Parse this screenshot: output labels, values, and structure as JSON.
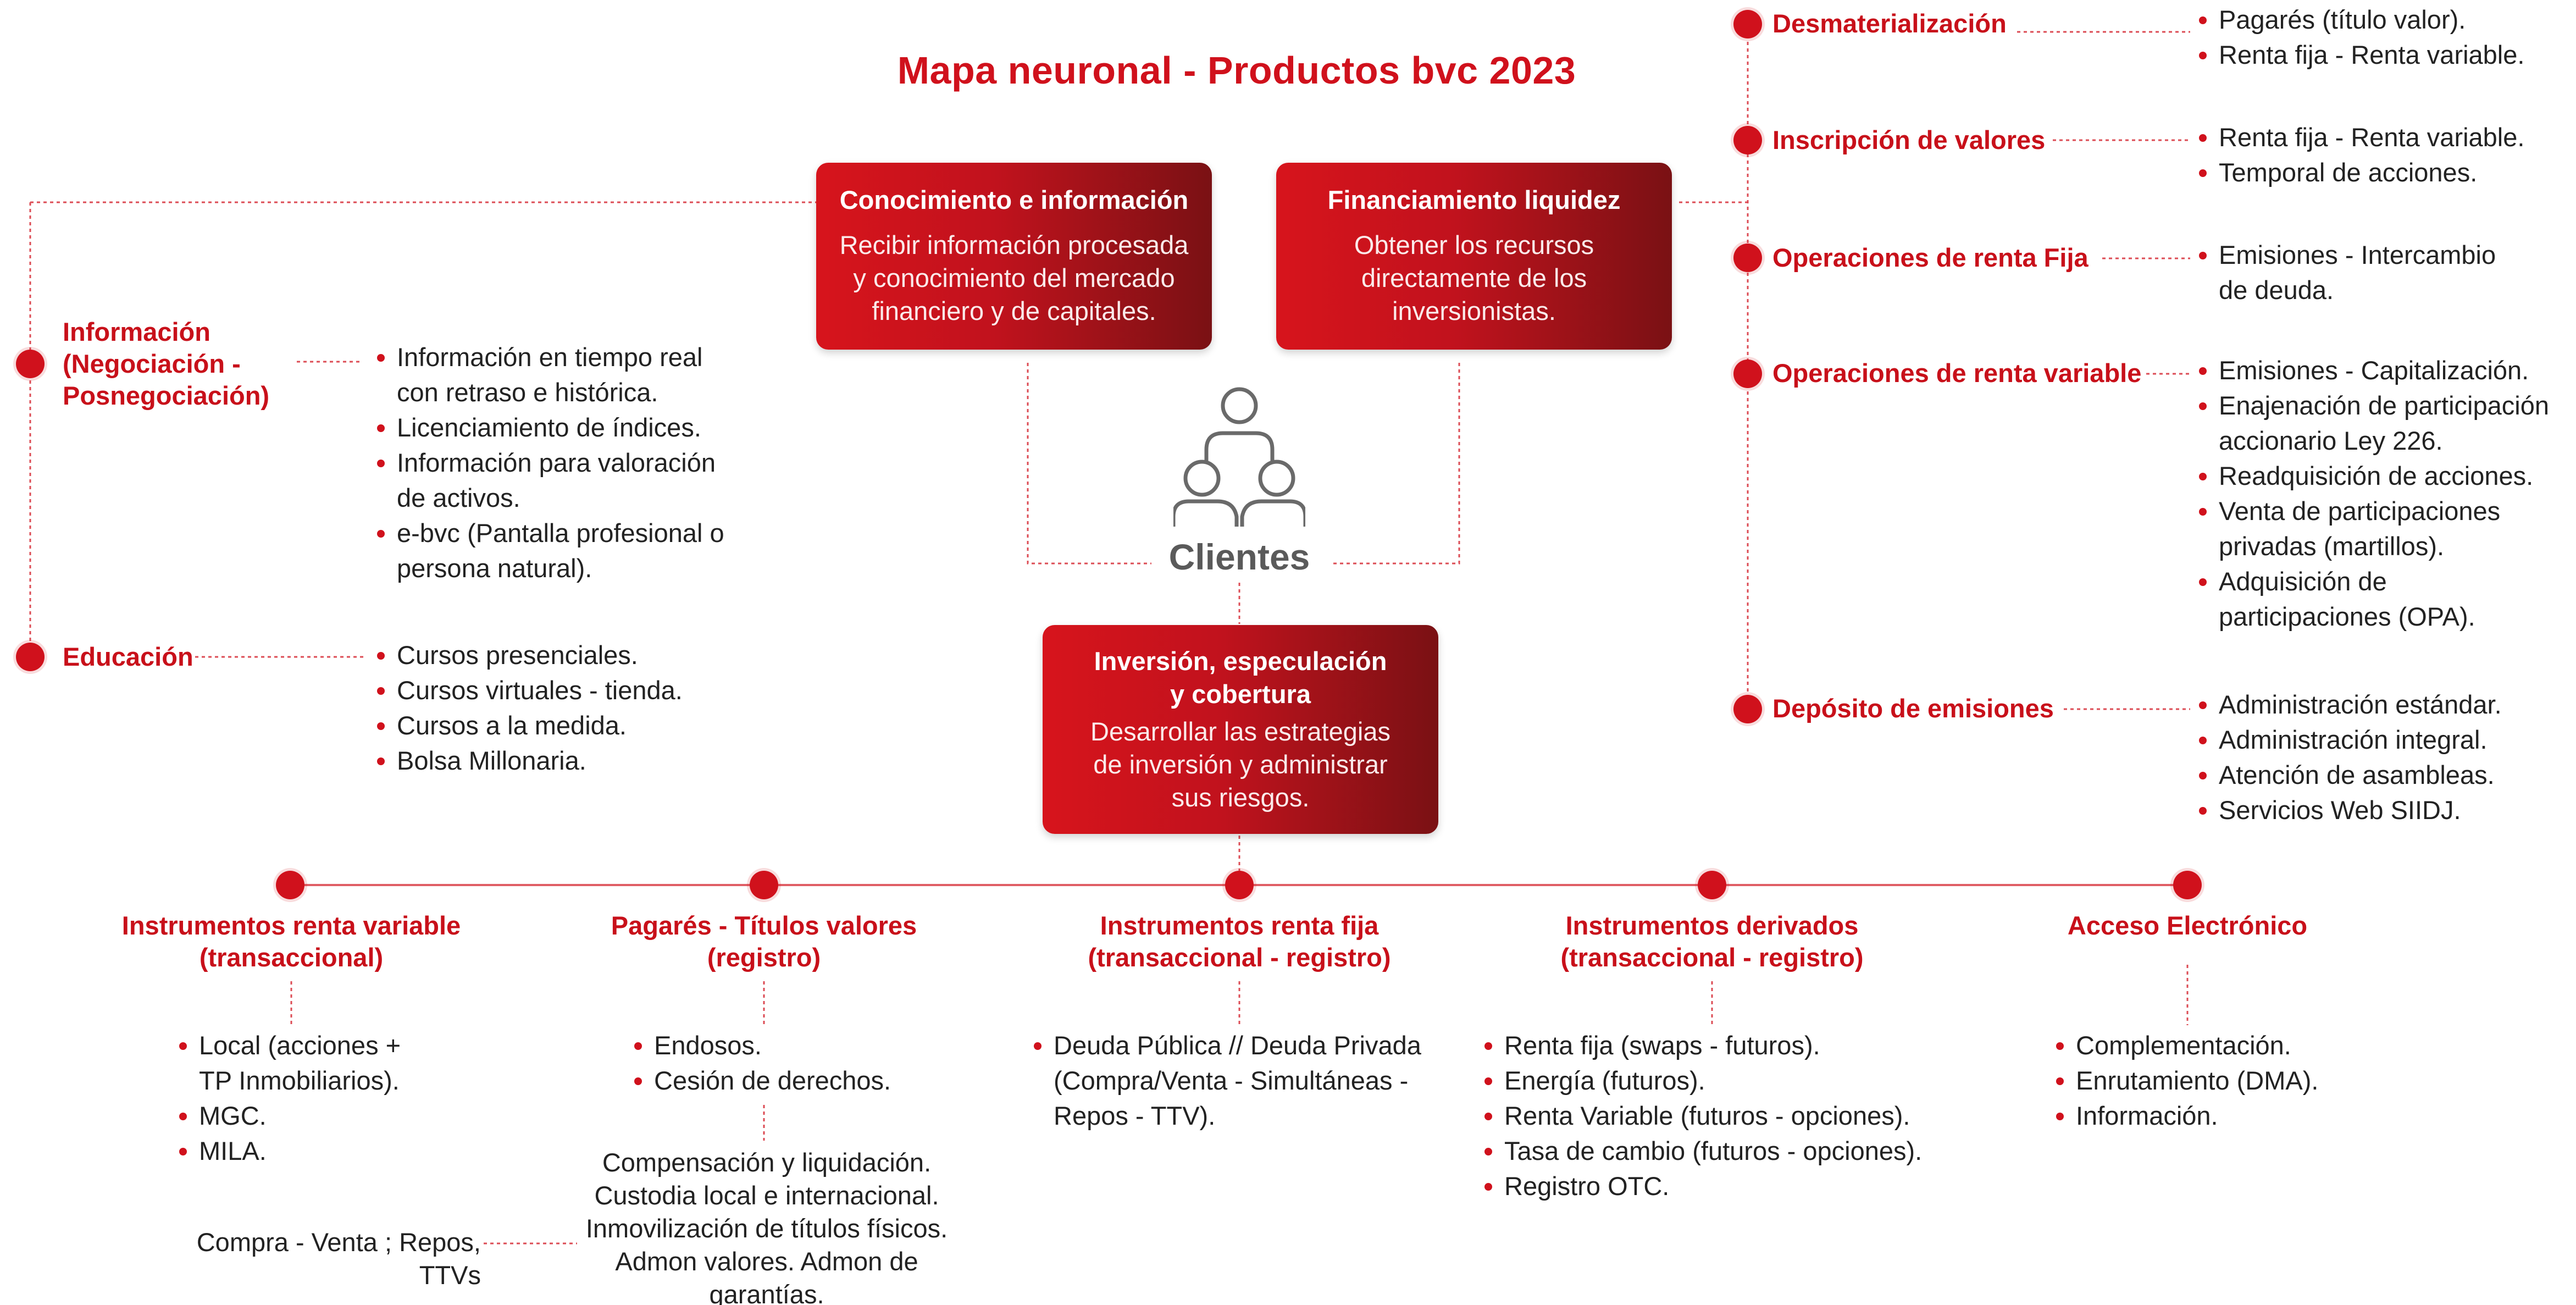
{
  "title": "Mapa neuronal - Productos bvc 2023",
  "colors": {
    "accent": "#d0111c",
    "box_dark": "#7a1114",
    "connector": "#d0111c",
    "icon_gray": "#5a5a5a"
  },
  "center": {
    "label": "Clientes",
    "icon": "clients-group-icon"
  },
  "boxes": {
    "conocimiento": {
      "title": "Conocimiento e información",
      "text": "Recibir información procesada y conocimiento del mercado financiero y de capitales."
    },
    "financiamiento": {
      "title": "Financiamiento liquidez",
      "text": "Obtener los recursos directamente de los inversionistas."
    },
    "inversion": {
      "title": "Inversión, especulación y cobertura",
      "text": "Desarrollar las estrategias de inversión y administrar sus riesgos."
    }
  },
  "left_nodes": [
    {
      "label": "Información (Negociación - Posnegociación)",
      "items": [
        "Información en tiempo real con retraso e histórica.",
        "Licenciamiento de índices.",
        "Información para valoración de activos.",
        "e-bvc (Pantalla profesional o persona natural)."
      ]
    },
    {
      "label": "Educación",
      "items": [
        "Cursos presenciales.",
        "Cursos virtuales - tienda.",
        "Cursos a la medida.",
        "Bolsa Millonaria."
      ]
    }
  ],
  "right_nodes": [
    {
      "label": "Desmaterialización",
      "items": [
        "Pagarés (título valor).",
        "Renta fija - Renta variable."
      ]
    },
    {
      "label": "Inscripción de valores",
      "items": [
        "Renta fija - Renta variable.",
        "Temporal de acciones."
      ]
    },
    {
      "label": "Operaciones de renta Fija",
      "items": [
        "Emisiones - Intercambio de deuda."
      ]
    },
    {
      "label": "Operaciones de renta variable",
      "items": [
        "Emisiones - Capitalización.",
        "Enajenación de participación accionario Ley 226.",
        "Readquisición de acciones.",
        "Venta de participaciones privadas (martillos).",
        "Adquisición de participaciones (OPA)."
      ]
    },
    {
      "label": "Depósito de emisiones",
      "items": [
        "Administración estándar.",
        "Administración integral.",
        "Atención de asambleas.",
        "Servicios Web SIIDJ."
      ]
    }
  ],
  "bottom_nodes": [
    {
      "label": "Instrumentos renta variable (transaccional)",
      "items": [
        "Local (acciones + TP Inmobiliarios).",
        "MGC.",
        "MILA."
      ]
    },
    {
      "label": "Pagarés - Títulos valores (registro)",
      "items": [
        "Endosos.",
        "Cesión de derechos."
      ],
      "extra": "Compensación y liquidación. Custodia local e internacional. Inmovilización de títulos físicos. Admon valores. Admon de garantías."
    },
    {
      "label": "Instrumentos renta fija (transaccional - registro)",
      "items": [
        "Deuda Pública // Deuda Privada (Compra/Venta - Simultáneas - Repos - TTV)."
      ]
    },
    {
      "label": "Instrumentos derivados (transaccional - registro)",
      "items": [
        "Renta fija (swaps - futuros).",
        "Energía (futuros).",
        "Renta Variable (futuros - opciones).",
        "Tasa de cambio (futuros - opciones).",
        "Registro OTC."
      ]
    },
    {
      "label": "Acceso Electrónico",
      "items": [
        "Complementación.",
        "Enrutamiento (DMA).",
        "Información."
      ]
    }
  ],
  "bottom_left_note": "Compra - Venta ; Repos, TTVs"
}
